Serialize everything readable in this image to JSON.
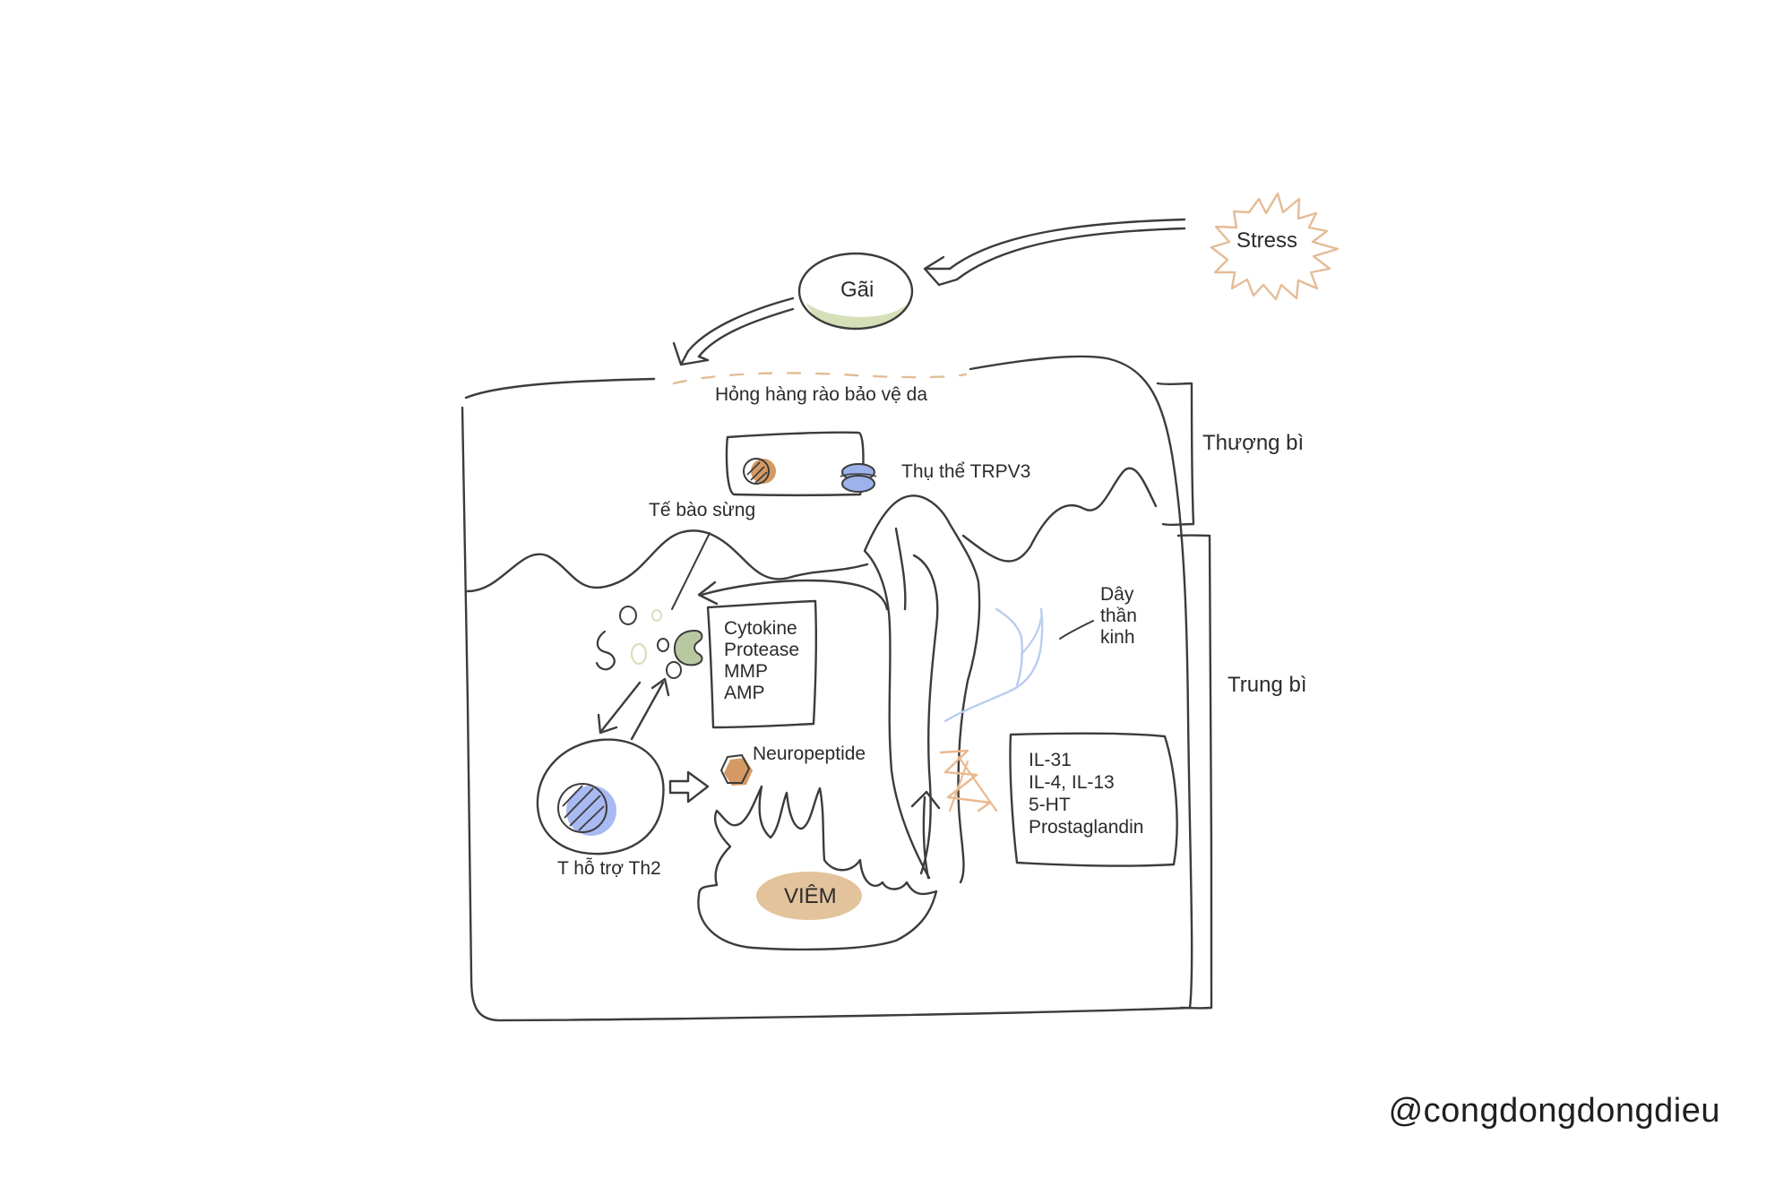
{
  "labels": {
    "scratch": "Gãi",
    "stress": "Stress",
    "barrier_damage": "Hỏng hàng rào bảo vệ da",
    "epidermis": "Thượng bì",
    "dermis": "Trung bì",
    "trpv3": "Thụ thể TRPV3",
    "keratinocyte": "Tế bào sừng",
    "nerve": [
      "Dây",
      "thần",
      "kinh"
    ],
    "neuropeptide": "Neuropeptide",
    "th2_cell": "T hỗ trợ Th2",
    "inflammation": "VIÊM"
  },
  "keratinocyte_mediators": [
    "Cytokine",
    "Protease",
    "MMP",
    "AMP"
  ],
  "itch_mediators": [
    "IL-31",
    "IL-4, IL-13",
    "5-HT",
    "Prostaglandin"
  ],
  "handle": "@congdongdongdieu",
  "colors": {
    "outline": "#3c3c3c",
    "stress_burst": "#e3bc96",
    "scratch_fill": "#d5e0b8",
    "nucleus_brown": "#d59a63",
    "receptor_blue": "#9db1ea",
    "keratinocyte_green": "#b8c8a0",
    "th2_blue": "#a9b9f2",
    "nerve_blue": "#b9cdef",
    "inflammation_fill": "#e3c39c",
    "zigzag_orange": "#eab98f"
  },
  "icons": [
    "stress-burst",
    "scratch-ellipse",
    "trpv3-receptor",
    "keratinocyte-cell",
    "th2-nucleus",
    "neuropeptide-hexagon",
    "nerve-ending",
    "itch-zigzag",
    "inflammation-flame"
  ]
}
